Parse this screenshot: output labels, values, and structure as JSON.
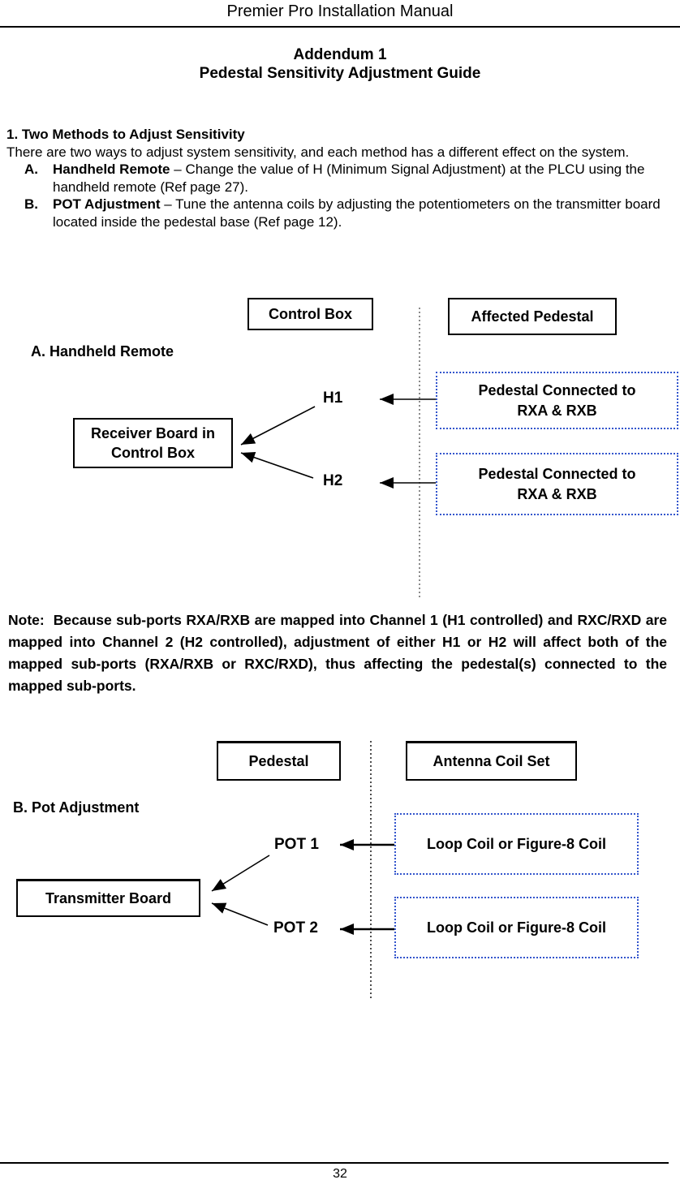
{
  "page": {
    "header_title": "Premier Pro Installation Manual",
    "footer_page_number": "32"
  },
  "title": {
    "line1": "Addendum 1",
    "line2": "Pedestal Sensitivity Adjustment Guide"
  },
  "section1": {
    "heading": "1. Two Methods to Adjust Sensitivity",
    "intro": "There are two ways to adjust system sensitivity, and each method has a different effect on the system.",
    "items": [
      {
        "letter": "A.",
        "term": "Handheld Remote",
        "desc": "– Change the value of H (Minimum Signal Adjustment) at the PLCU using the handheld remote (Ref page 27)."
      },
      {
        "letter": "B.",
        "term": "POT Adjustment",
        "desc": "– Tune the antenna coils by adjusting the potentiometers on the transmitter board located inside the pedestal base (Ref page 12)."
      }
    ]
  },
  "diagram_a": {
    "label": "A. Handheld Remote",
    "col_left_header": "Control Box",
    "col_right_header": "Affected Pedestal",
    "source_box": "Receiver Board in Control Box",
    "channel1": "H1",
    "channel2": "H2",
    "target1": "Pedestal Connected to RXA & RXB",
    "target2": "Pedestal Connected to RXA & RXB"
  },
  "note": {
    "text": "Note:  Because sub-ports RXA/RXB are mapped into Channel 1 (H1 controlled) and RXC/RXD are mapped into Channel 2 (H2 controlled), adjustment of either H1 or H2 will affect both of the mapped sub-ports (RXA/RXB or RXC/RXD), thus affecting the pedestal(s) connected to the mapped sub-ports."
  },
  "diagram_b": {
    "label": "B. Pot Adjustment",
    "col_left_header": "Pedestal",
    "col_right_header": "Antenna Coil Set",
    "source_box": "Transmitter Board",
    "pot1": "POT 1",
    "pot2": "POT 2",
    "target1": "Loop Coil or Figure-8 Coil",
    "target2": "Loop Coil or Figure-8 Coil"
  },
  "colors": {
    "dashed_box_border": "#3355cc",
    "text": "#000000",
    "separator_a": "#8a8a8a",
    "separator_b": "#222222"
  }
}
